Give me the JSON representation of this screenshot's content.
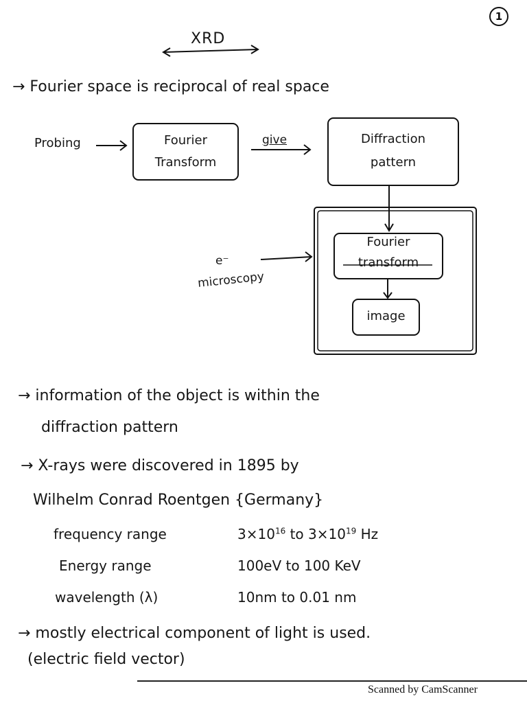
{
  "page_number": "1",
  "title": "XRD",
  "lines": {
    "fourier_space": "→ Fourier space is reciprocal of real space",
    "information": "→ information of the object is within the",
    "information_cont": "diffraction pattern",
    "xrays": "→ X-rays were discovered in 1895 by",
    "xrays_cont": "Wilhelm Conrad Roentgen {Germany}",
    "electrical": "→ mostly electrical component of light is used.",
    "electrical_cont": "(electric field vector)"
  },
  "diagram": {
    "probing": "Probing",
    "fourier_transform_1": "Fourier",
    "fourier_transform_2": "Transform",
    "give": "give",
    "diffraction_1": "Diffraction",
    "diffraction_2": "pattern",
    "fourier2_1": "Fourier",
    "fourier2_2": "transform",
    "image": "image",
    "e_minus": "e⁻",
    "microscopy": "microscopy"
  },
  "ranges": [
    {
      "label": "frequency range",
      "value_a": "3×10",
      "exp_a": "16",
      "value_mid": "to",
      "value_b": "3×10",
      "exp_b": "19",
      "unit": "Hz"
    },
    {
      "label": "Energy range",
      "value_a": "100eV",
      "exp_a": "",
      "value_mid": "to",
      "value_b": "100 KeV",
      "exp_b": "",
      "unit": ""
    },
    {
      "label": "wavelength (λ)",
      "value_a": "10nm",
      "exp_a": "",
      "value_mid": "to",
      "value_b": "0.01 nm",
      "exp_b": "",
      "unit": ""
    }
  ],
  "footer": "Scanned by CamScanner"
}
